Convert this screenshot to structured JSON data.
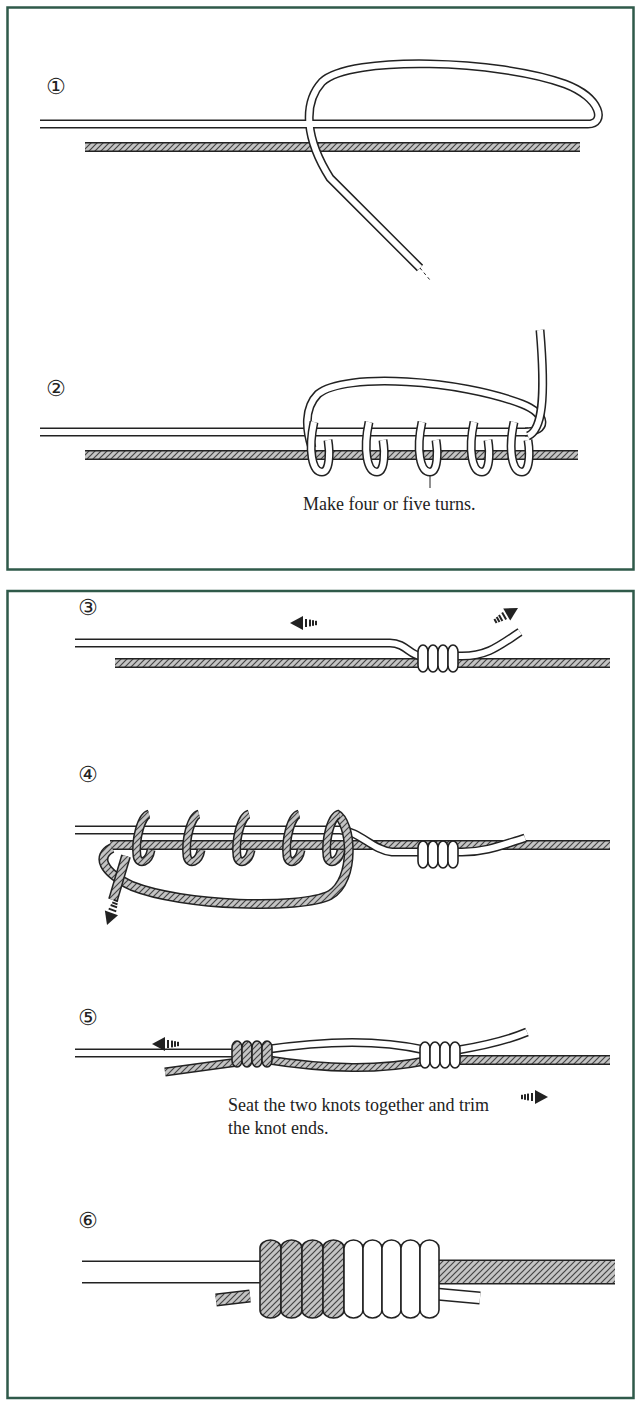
{
  "diagram": {
    "labels": [
      "①",
      "②",
      "Make four or five turns.",
      "③",
      "④",
      "⑤",
      "Seat the two knots together and trim the knot ends.",
      "⑥"
    ]
  }
}
